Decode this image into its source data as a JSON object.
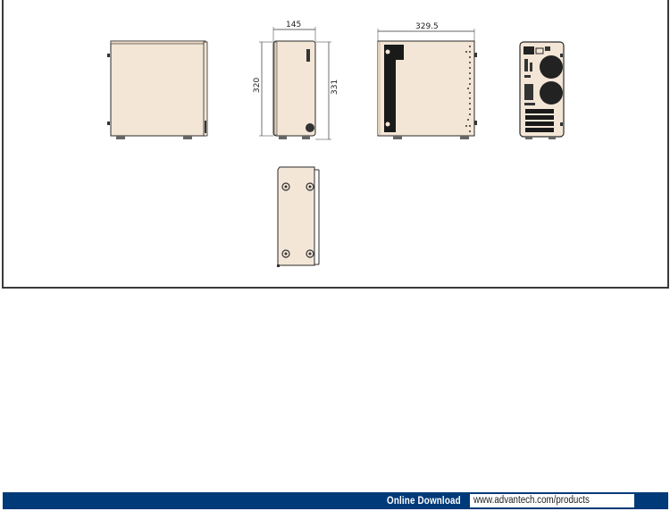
{
  "dimensions": {
    "width_label": "145",
    "height_left_label": "320",
    "height_right_label": "331",
    "depth_label": "329.5"
  },
  "views": [
    {
      "name": "left-side-view"
    },
    {
      "name": "front-view"
    },
    {
      "name": "right-side-view"
    },
    {
      "name": "rear-view"
    },
    {
      "name": "bottom-view"
    }
  ],
  "colors": {
    "panel_fill": "#f3e6d6",
    "outline": "#2a2a2a",
    "banner_blue": "#003a78"
  },
  "footer": {
    "label": "Online Download",
    "url": "www.advantech.com/products"
  }
}
